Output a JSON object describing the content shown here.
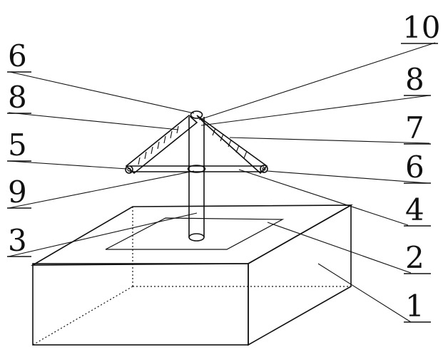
{
  "labels": {
    "l1": "1",
    "l2": "2",
    "l3": "3",
    "l4": "4",
    "l5": "5",
    "l6_top": "6",
    "l6_right": "6",
    "l7": "7",
    "l8_left": "8",
    "l8_right": "8",
    "l9": "9",
    "l10": "10"
  }
}
